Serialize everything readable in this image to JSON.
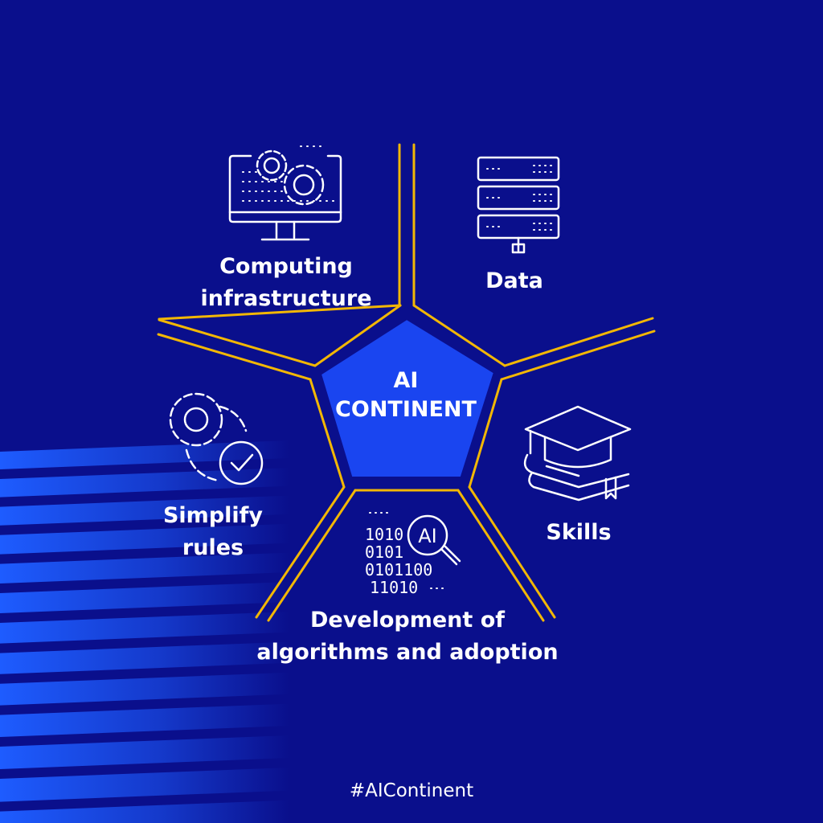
{
  "center": {
    "line1": "AI",
    "line2": "CONTINENT"
  },
  "segments": [
    {
      "id": "computing",
      "line1": "Computing",
      "line2": "infrastructure",
      "icon": "computer-gears-icon"
    },
    {
      "id": "data",
      "line1": "Data",
      "line2": "",
      "icon": "server-stack-icon"
    },
    {
      "id": "skills",
      "line1": "Skills",
      "line2": "",
      "icon": "graduation-cap-book-icon"
    },
    {
      "id": "algorithms",
      "line1": "Development of",
      "line2": "algorithms and adoption",
      "icon": "ai-binary-search-icon"
    },
    {
      "id": "rules",
      "line1": "Simplify",
      "line2": "rules",
      "icon": "gears-checkmark-icon"
    }
  ],
  "hashtag": "#AIContinent",
  "colors": {
    "background": "#0a0f8c",
    "pentagon": "#1a45f0",
    "divider": "#f2b705",
    "icon_stroke": "#ffffff",
    "stripe": "#1e5cff"
  }
}
